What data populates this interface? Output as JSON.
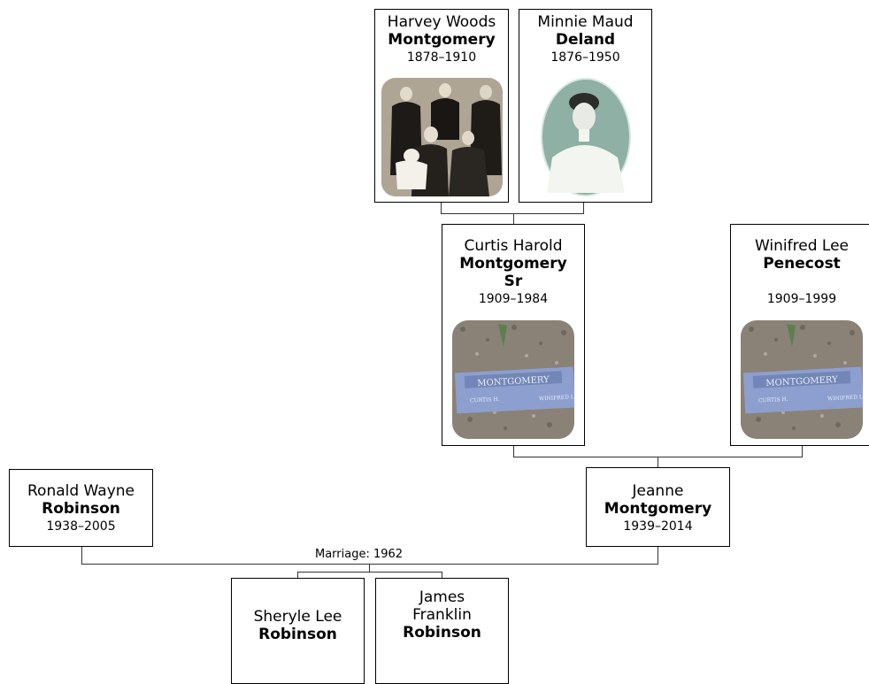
{
  "people": {
    "harvey": {
      "given": "Harvey Woods",
      "surname": "Montgomery",
      "dates": "1878–1910"
    },
    "minnie": {
      "given": "Minnie Maud",
      "surname": "Deland",
      "dates": "1876–1950"
    },
    "curtis": {
      "given": "Curtis Harold",
      "surname": "Montgomery",
      "suffix": "Sr",
      "dates": "1909–1984"
    },
    "winifred": {
      "given": "Winifred Lee",
      "surname": "Penecost",
      "dates": "1909–1999"
    },
    "ronald": {
      "given": "Ronald Wayne",
      "surname": "Robinson",
      "dates": "1938–2005"
    },
    "jeanne": {
      "given": "Jeanne",
      "surname": "Montgomery",
      "dates": "1939–2014"
    },
    "sheryle": {
      "given": "Sheryle Lee",
      "surname": "Robinson"
    },
    "james": {
      "given_line1": "James",
      "given_line2": "Franklin",
      "surname": "Robinson"
    }
  },
  "marriage": {
    "label": "Marriage: 1962"
  },
  "headstone": {
    "family_name": "MONTGOMERY",
    "left_name": "CURTIS H.",
    "right_name": "WINIFRED L."
  },
  "colors": {
    "border": "#000000",
    "connector": "#333333",
    "photo_sepia": "#9a8f80",
    "photo_green": "#8fb0a4",
    "headstone": "#8c9fce"
  }
}
